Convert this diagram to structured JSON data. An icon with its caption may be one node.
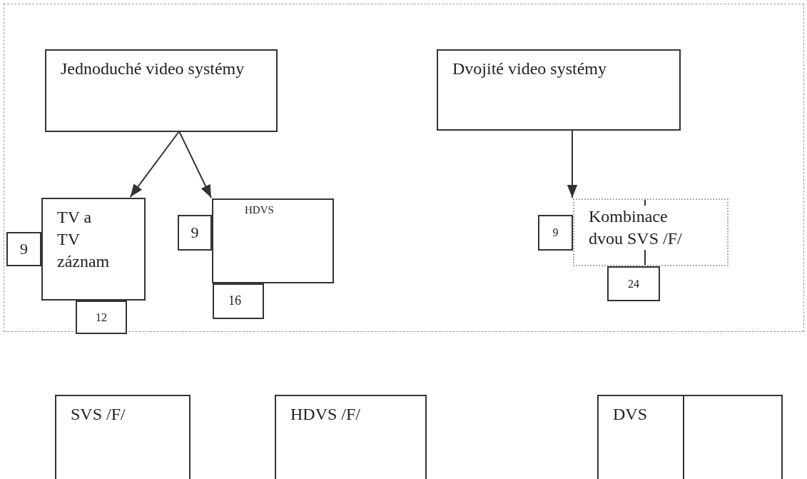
{
  "diagram": {
    "nodes": [
      {
        "text": [],
        "shape": "box"
      },
      {
        "text": [
          "Jednoduché video systémy"
        ],
        "in": 0
      },
      {
        "text": [
          "Dvojité video systémy"
        ],
        "in": 0
      },
      {
        "text": [
          "9"
        ],
        "in": 0
      },
      {
        "text": [
          "TV a TV záznam"
        ],
        "in": 0
      },
      {
        "text": [
          "9"
        ],
        "in": 0
      },
      {
        "text": [
          "HDVS"
        ],
        "in": 0
      },
      {
        "text": [
          "9"
        ],
        "in": 0
      },
      {
        "text": [
          "Kombinace dvou SVS /F/"
        ],
        "in": 0
      },
      {
        "text": [
          "12"
        ],
        "in": 0
      },
      {
        "text": [
          "16"
        ],
        "in": 0
      },
      {
        "text": [
          "24"
        ],
        "in": 0
      },
      {
        "text": [
          "SVS /F/"
        ]
      },
      {
        "text": [
          "HDVS /F/"
        ]
      },
      {
        "text": [
          "DVS"
        ]
      }
    ],
    "edges": [
      {
        "from": 1,
        "to": 4,
        "arrow": "to"
      },
      {
        "from": 1,
        "to": 6,
        "arrow": "to"
      },
      {
        "from": 2,
        "to": 8,
        "arrow": "to"
      }
    ]
  }
}
